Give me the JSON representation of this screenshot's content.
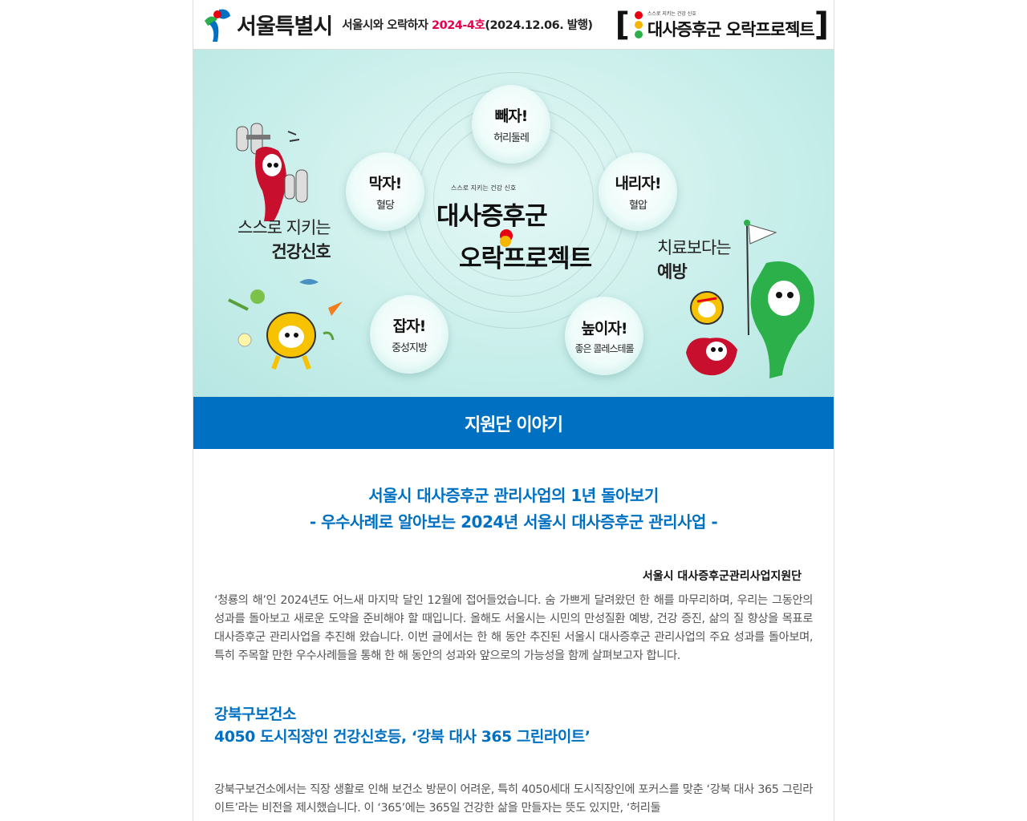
{
  "header": {
    "city_name": "서울특별시",
    "issue_prefix": "서울시와 오락하자 ",
    "issue_number": "2024-4호",
    "issue_date": "(2024.12.06. 발행)",
    "project_tagline": "스스로 지키는 건강 신호",
    "project_title": "대사증후군 오락프로젝트"
  },
  "hero": {
    "center_tagline": "스스로 지키는 건강 신호",
    "center_line1": "대사증후군",
    "center_line2": "오락프로젝트",
    "bubbles": [
      {
        "title": "빼자!",
        "sub": "허리둘레"
      },
      {
        "title": "내리자!",
        "sub": "혈압"
      },
      {
        "title": "높이자!",
        "sub": "좋은 콜레스테롤"
      },
      {
        "title": "잡자!",
        "sub": "중성지방"
      },
      {
        "title": "막자!",
        "sub": "혈당"
      }
    ],
    "left_text_line1": "스스로 지키는",
    "left_text_line2": "건강신호",
    "right_text_line1": "치료보다는",
    "right_text_line2": "예방"
  },
  "section": {
    "title": "지원단 이야기"
  },
  "article": {
    "title_line1": "서울시 대사증후군 관리사업의 1년 돌아보기",
    "title_line2": "- 우수사례로 알아보는 2024년 서울시 대사증후군 관리사업 -",
    "author": "서울시 대사증후군관리사업지원단",
    "intro": "‘청룡의 해’인 2024년도 어느새 마지막 달인 12월에 접어들었습니다. 숨 가쁘게 달려왔던 한 해를 마무리하며, 우리는 그동안의 성과를 돌아보고 새로운 도약을 준비해야 할 때입니다. 올해도 서울시는 시민의 만성질환 예방, 건강 증진, 삶의 질 향상을 목표로 대사증후군 관리사업을 추진해 왔습니다. 이번 글에서는 한 해 동안 추진된 서울시 대사증후군 관리사업의 주요 성과를 돌아보며, 특히 주목할 만한 우수사례들을 통해 한 해 동안의 성과와 앞으로의 가능성을 함께 살펴보고자 합니다.",
    "case1_org": "강북구보건소",
    "case1_title": "4050 도시직장인 건강신호등, ‘강북 대사 365 그린라이트’",
    "case1_body": "강북구보건소에서는 직장 생활로 인해 보건소 방문이 어려운, 특히 4050세대 도시직장인에 포커스를 맞춘 ‘강북 대사 365 그린라이트’라는 비전을 제시했습니다. 이 ‘365’에는 365일 건강한 삶을 만들자는 뜻도 있지만, ‘허리둘"
  },
  "colors": {
    "brand_blue": "#0071c2",
    "accent_red": "#e5004f",
    "dot_red": "#e60012",
    "dot_yellow": "#f7b500",
    "dot_green": "#2bb04a"
  }
}
